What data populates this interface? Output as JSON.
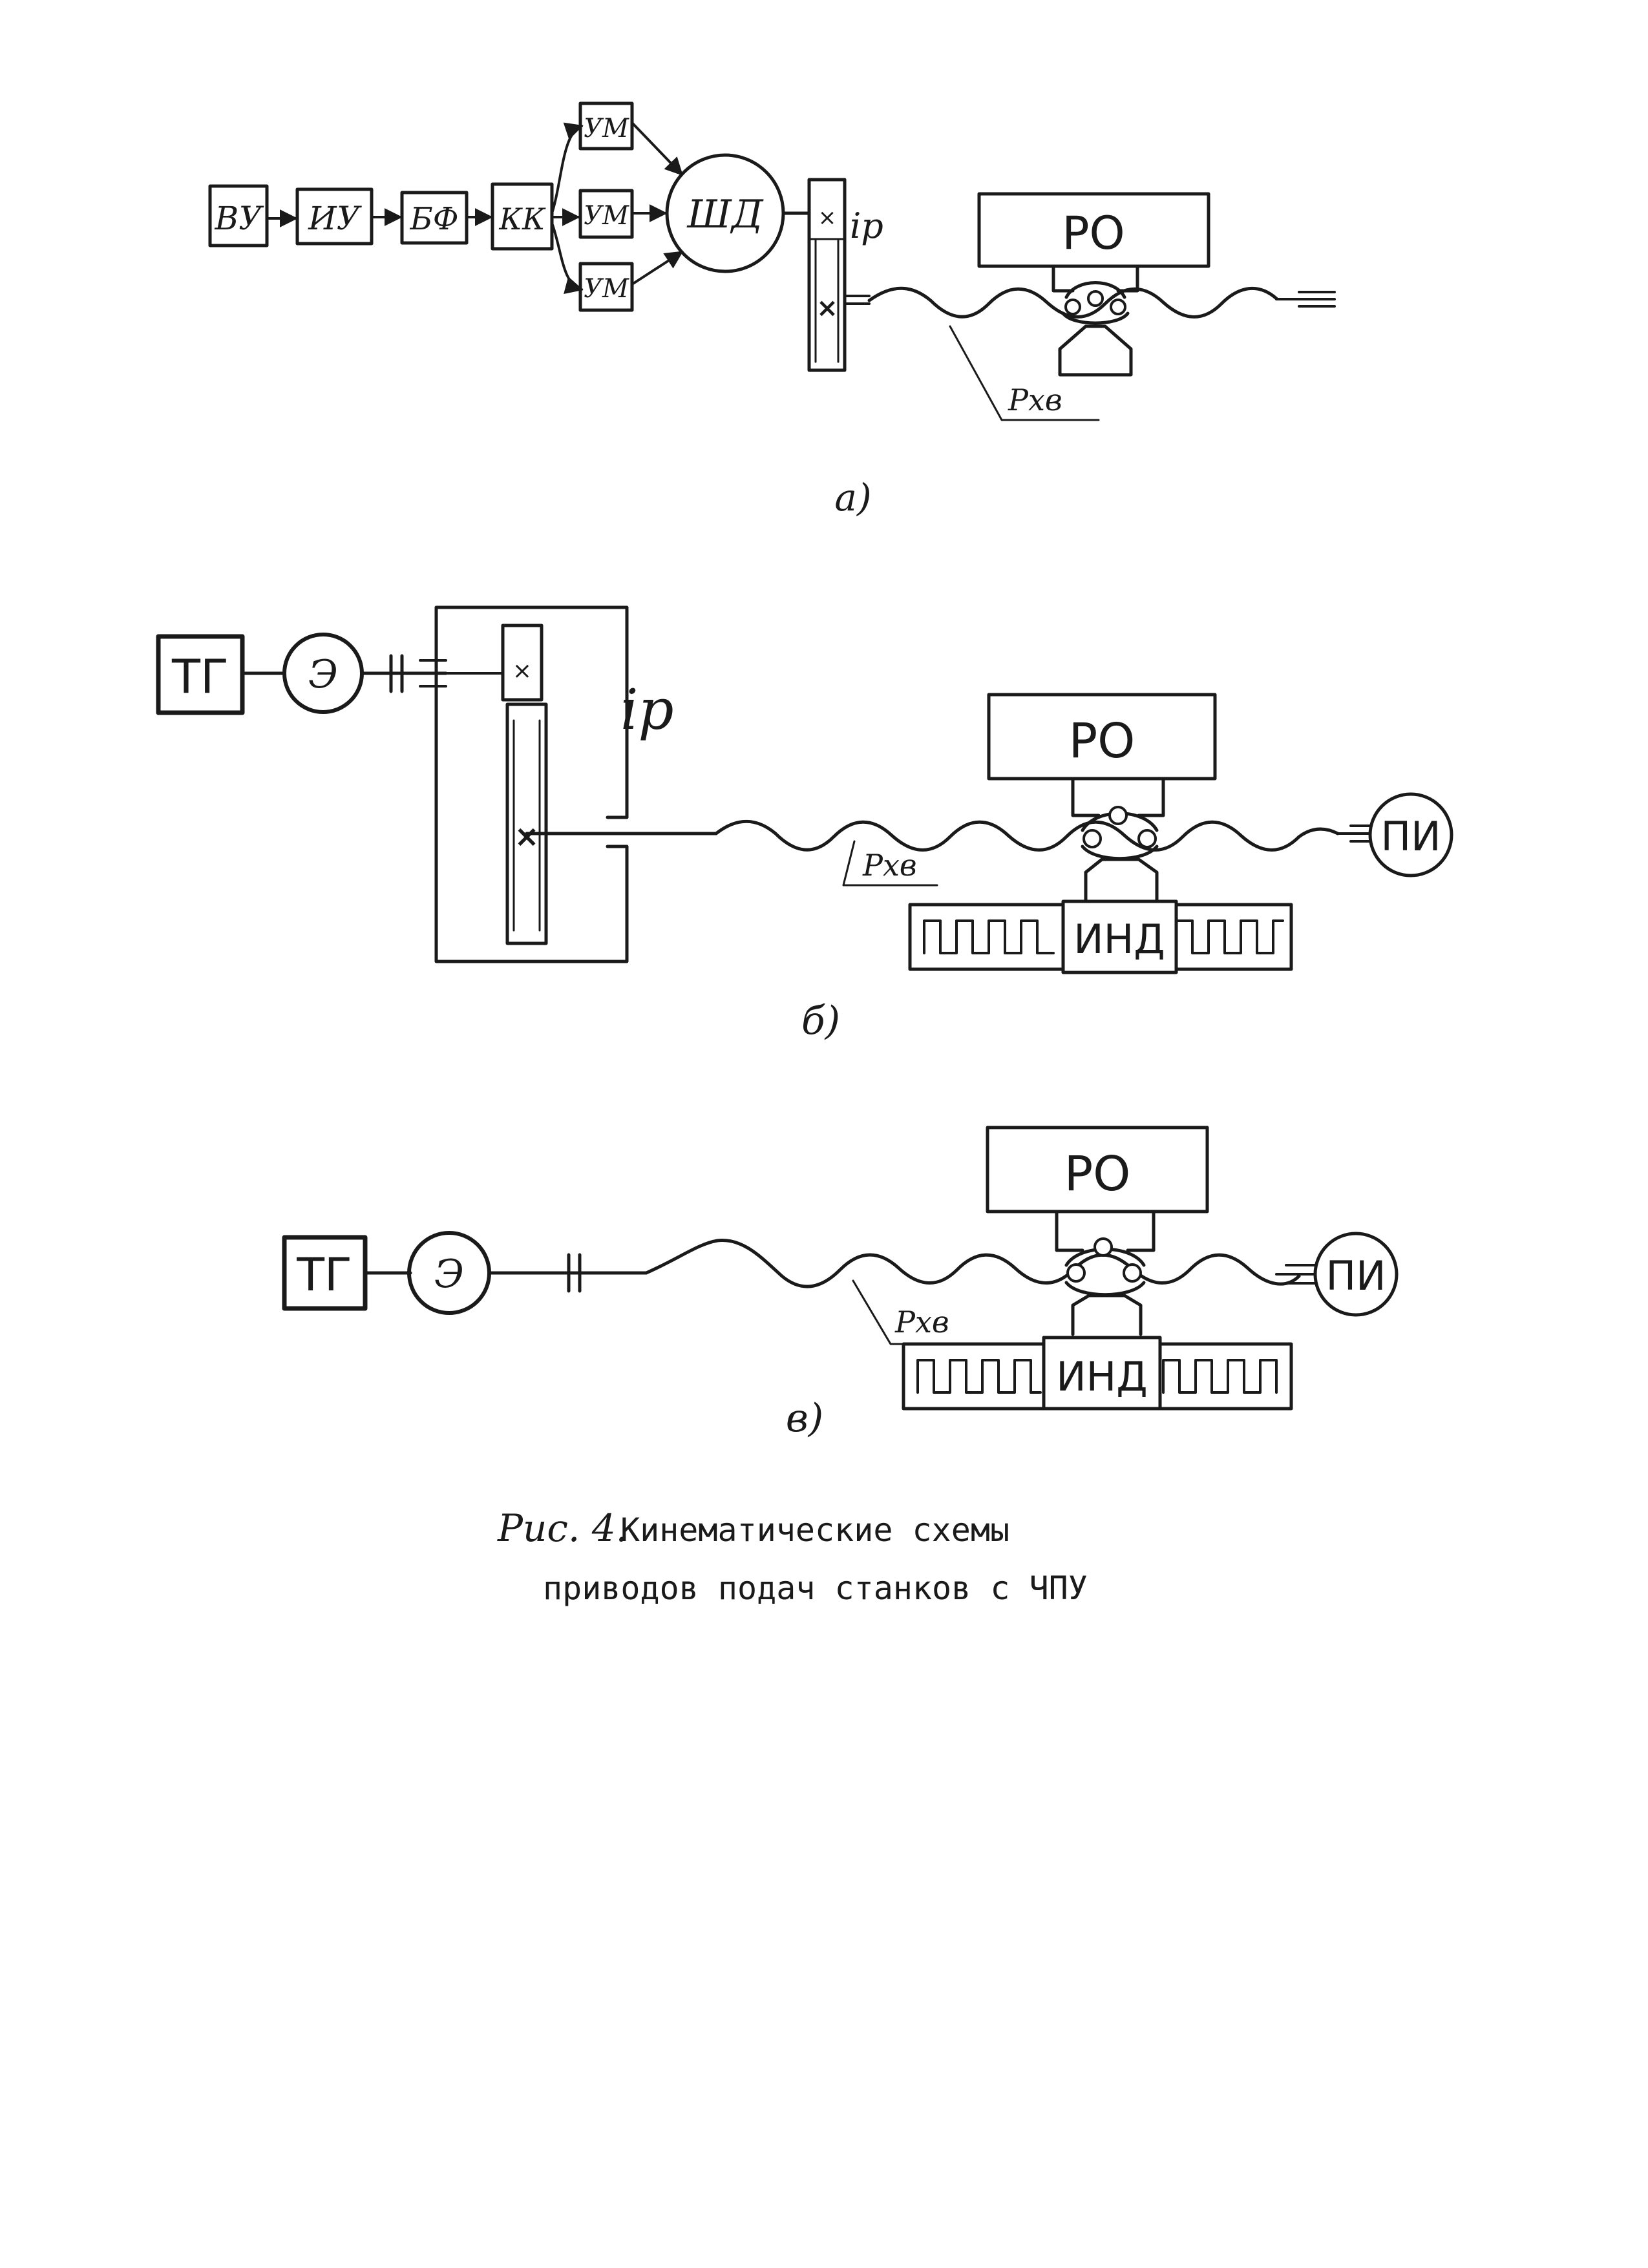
{
  "diagram_a": {
    "blocks": {
      "vu": "ВУ",
      "iu": "ИУ",
      "bf": "БФ",
      "kk": "КК",
      "um_top": "УМ",
      "um_mid": "УМ",
      "um_bot": "УМ",
      "motor": "ШД"
    },
    "gear_ratio": "iр",
    "table": "РО",
    "screw": "Рхв",
    "caption": "а)"
  },
  "diagram_b": {
    "tacho": "ТГ",
    "motor": "Э",
    "gear_ratio": "iр",
    "table": "РО",
    "screw": "Рхв",
    "encoder": "ПИ",
    "scale_sensor": "ИНД",
    "caption": "б)"
  },
  "diagram_c": {
    "tacho": "ТГ",
    "motor": "Э",
    "table": "РО",
    "screw": "Рхв",
    "encoder": "ПИ",
    "scale_sensor": "ИНД",
    "caption": "в)"
  },
  "figure_caption": {
    "fig_label": "Рис. 4.",
    "line1": "Кинематические схемы",
    "line2": "приводов подач станков с ЧПУ"
  }
}
